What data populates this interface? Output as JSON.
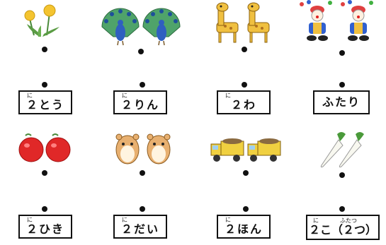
{
  "rows": [
    {
      "items": [
        {
          "icon": "dandelion-icon",
          "ruby": "に",
          "label": "２とう"
        },
        {
          "icon": "peacock-icon",
          "ruby": "に",
          "label": "２りん"
        },
        {
          "icon": "giraffe-icon",
          "ruby": "に",
          "label": "２わ"
        },
        {
          "icon": "clown-icon",
          "ruby": "",
          "label": "ふたり"
        }
      ]
    },
    {
      "items": [
        {
          "icon": "apple-icon",
          "ruby": "に",
          "label": "２ひき"
        },
        {
          "icon": "hamster-icon",
          "ruby": "に",
          "label": "２だい"
        },
        {
          "icon": "truck-icon",
          "ruby": "に",
          "label": "２ほん"
        },
        {
          "icon": "radish-icon",
          "ruby": "に",
          "ruby2": "ふたつ",
          "label": "２こ（２つ）"
        }
      ]
    }
  ]
}
